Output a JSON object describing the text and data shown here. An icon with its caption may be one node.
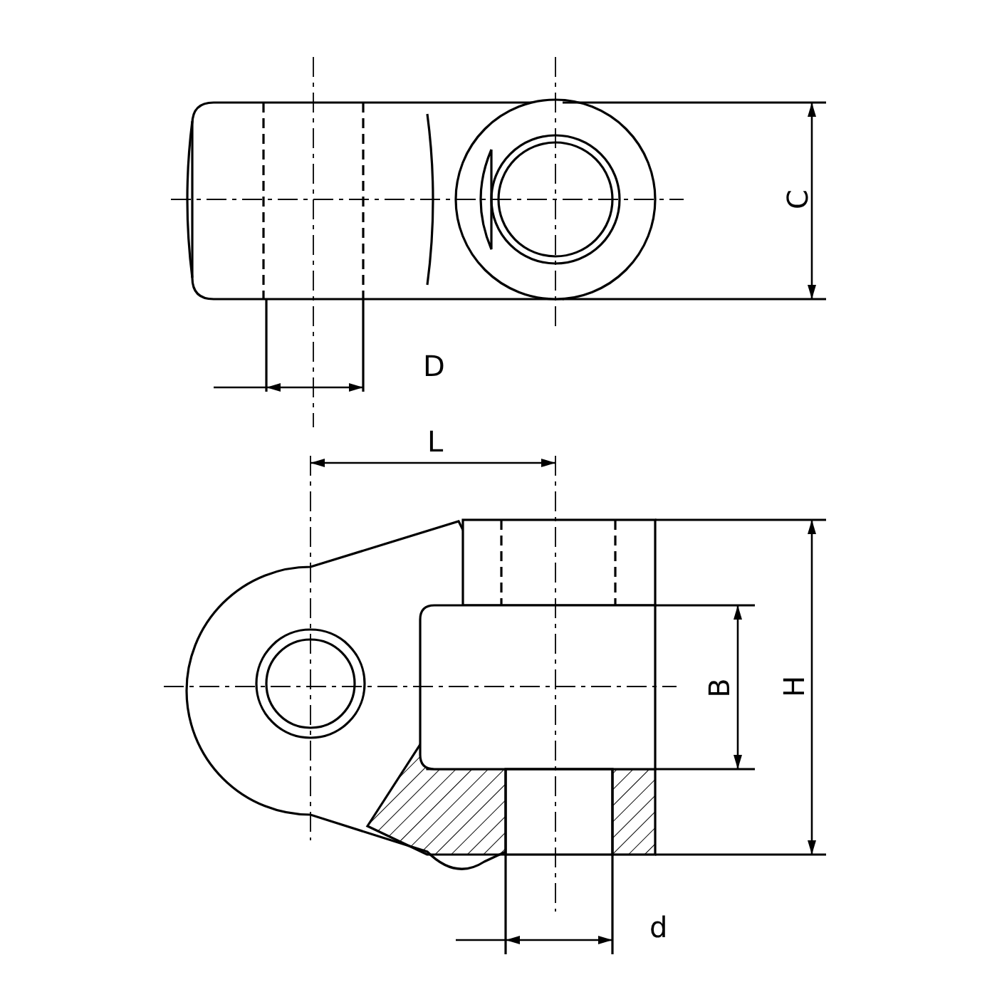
{
  "diagram": {
    "labels": [
      "C",
      "D",
      "L",
      "B",
      "H",
      "d"
    ]
  }
}
